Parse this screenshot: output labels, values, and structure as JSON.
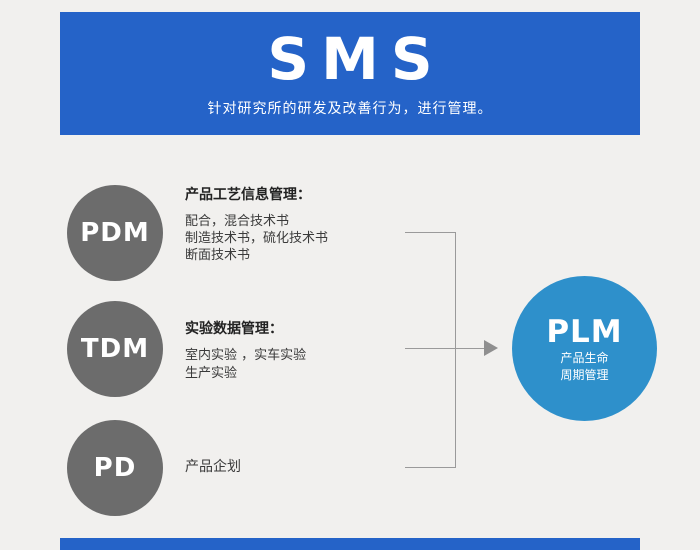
{
  "header": {
    "title": "SMS",
    "subtitle": "针对研究所的研发及改善行为，进行管理。"
  },
  "rows": [
    {
      "circle_label": "PDM",
      "title": "产品工艺信息管理：",
      "lines": [
        "配合，混合技术书",
        "制造技术书，硫化技术书",
        "断面技术书"
      ]
    },
    {
      "circle_label": "TDM",
      "title": "实验数据管理：",
      "lines": [
        "室内实验 ，实车实验",
        "生产实验"
      ]
    },
    {
      "circle_label": "PD",
      "title": "",
      "lines": [
        "产品企划"
      ]
    }
  ],
  "plm": {
    "label": "PLM",
    "subtitle_lines": [
      "产品生命",
      "周期管理"
    ]
  },
  "colors": {
    "banner_blue": "#2563c8",
    "node_gray": "#6c6c6c",
    "plm_blue": "#2e90cb",
    "background": "#f1f0ee",
    "connector_gray": "#9a9a9a"
  }
}
